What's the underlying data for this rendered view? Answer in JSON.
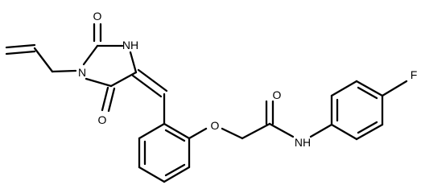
{
  "molecule": {
    "atom_labels": {
      "oxo_top": "O",
      "nh_ring": "NH",
      "n_ring": "N",
      "oxo_bottom": "O",
      "ether_o": "O",
      "amide_o": "O",
      "amide_nh": "NH",
      "fluorine": "F"
    },
    "colors": {
      "bond": "#000000",
      "text": "#000000",
      "background": "#ffffff"
    }
  }
}
